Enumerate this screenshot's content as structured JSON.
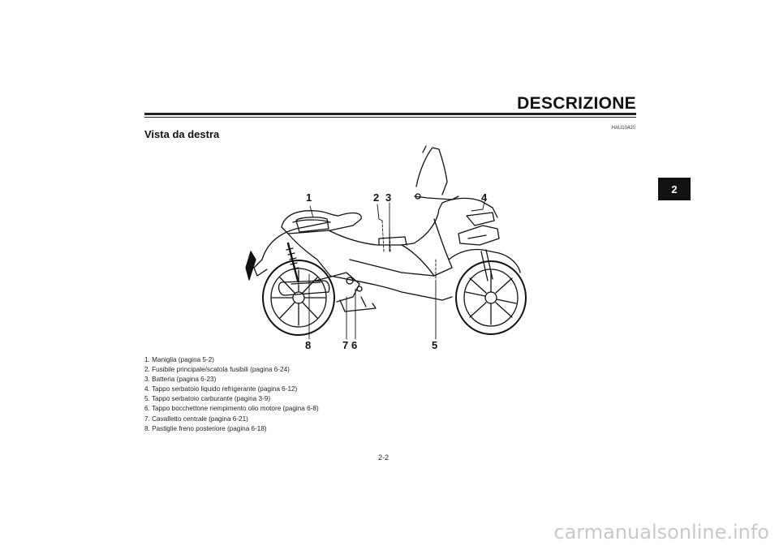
{
  "header": {
    "title": "DESCRIZIONE"
  },
  "section": {
    "title": "Vista da destra",
    "ref_code": "HAU10420"
  },
  "chapter_tab": "2",
  "figure": {
    "callouts": [
      "1",
      "2",
      "3",
      "4",
      "5",
      "6",
      "7",
      "8"
    ]
  },
  "legend": [
    "1. Maniglia (pagina 5-2)",
    "2. Fusibile principale/scatola fusibili (pagina 6-24)",
    "3. Batteria (pagina 6-23)",
    "4. Tappo serbatoio liquido refrigerante (pagina 6-12)",
    "5. Tappo serbatoio carburante (pagina 3-9)",
    "6. Tappo bocchettone riempimento olio motore (pagina 6-8)",
    "7. Cavalletto centrale (pagina 6-21)",
    "8. Pastiglie freno posteriore (pagina 6-18)"
  ],
  "footer": {
    "page_number": "2-2",
    "watermark": "carmanualsonline.info"
  }
}
